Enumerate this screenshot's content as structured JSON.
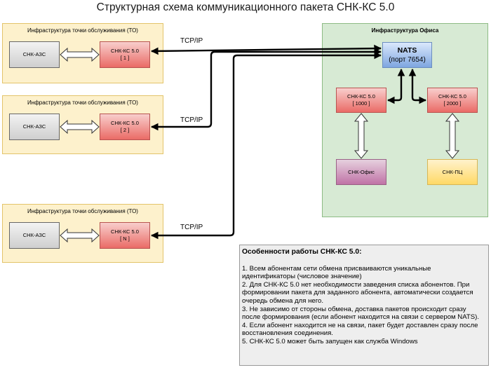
{
  "title": "Структурная схема коммуникационного пакета СНК-КС 5.0",
  "service_points": [
    {
      "zone_label": "Инфраструктура точки обслуживания (ТО)",
      "azs_label": "СНК-АЗС",
      "ks_name": "СНК-КС 5.0",
      "ks_id": "[ 1 ]",
      "link_label": "TCP/IP"
    },
    {
      "zone_label": "Инфраструктура точки обслуживания (ТО)",
      "azs_label": "СНК-АЗС",
      "ks_name": "СНК-КС 5.0",
      "ks_id": "[ 2 ]",
      "link_label": "TCP/IP"
    },
    {
      "zone_label": "Инфраструктура точки обслуживания (ТО)",
      "azs_label": "СНК-АЗС",
      "ks_name": "СНК-КС 5.0",
      "ks_id": "[ N ]",
      "link_label": "TCP/IP"
    }
  ],
  "office": {
    "zone_label": "Инфраструктура Офиса",
    "nats_title": "NATS",
    "nats_port": "(порт 7654)",
    "ks_1000_name": "СНК-КС 5.0",
    "ks_1000_id": "[ 1000 ]",
    "ks_2000_name": "СНК-КС 5.0",
    "ks_2000_id": "[ 2000 ]",
    "office_app": "СНК-Офис",
    "pc_app": "СНК-ПЦ"
  },
  "notes": {
    "title": "Особенности работы СНК-КС 5.0:",
    "items": [
      "1. Всем абонентам сети обмена присваиваются уникальные идентификаторы (числовое значение)",
      "2. Для СНК-КС 5.0 нет необходимости заведения списка абонентов. При формировании пакета для заданного абонента, автоматически создается очередь обмена для него.",
      "3. Не зависимо от стороны обмена, доставка пакетов происходит сразу после формирования (если абонент находится на связи с сервером NATS).",
      "4. Если абонент находится не на связи, пакет будет доставлен сразу после восстановления соединения.",
      "5. СНК-КС 5.0 может быть запущен как служба Windows"
    ]
  },
  "colors": {
    "service_zone": "#fdf1cc",
    "office_zone": "#d7ead4",
    "ks_node": "#ea6b66",
    "nats_node": "#7ea6e0",
    "office_node": "#c073a6",
    "pc_node": "#ffd966",
    "notes_bg": "#eeeeee"
  }
}
